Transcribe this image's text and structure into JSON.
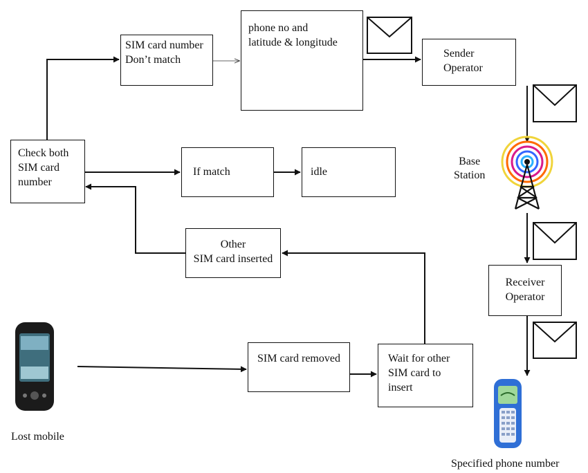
{
  "boxes": {
    "sim_dont_match": "SIM card number\nDon’t match",
    "phone_lat_long": "phone no and\nlatitude  & longitude",
    "sender_operator": "Sender\nOperator",
    "check_both": "Check  both\nSIM card\nnumber",
    "if_match": "If match",
    "idle": "idle",
    "other_sim_inserted": "Other\nSIM card inserted",
    "receiver_operator": "Receiver\nOperator",
    "sim_removed": "SIM card removed",
    "wait_for_other": "Wait  for other\nSIM card to\ninsert"
  },
  "labels": {
    "base_station": "Base\nStation",
    "lost_mobile": "Lost mobile",
    "specified_phone": "Specified phone number"
  },
  "icons": [
    "envelope-icon",
    "tower-icon",
    "smartphone-icon",
    "feature-phone-icon"
  ],
  "colors": {
    "line": "#111111",
    "tower_rings": [
      "#f0d43a",
      "#ff6a00",
      "#d91a8c",
      "#3366ff",
      "#2ab0ff"
    ],
    "phone_blue": "#2f6fd6"
  }
}
